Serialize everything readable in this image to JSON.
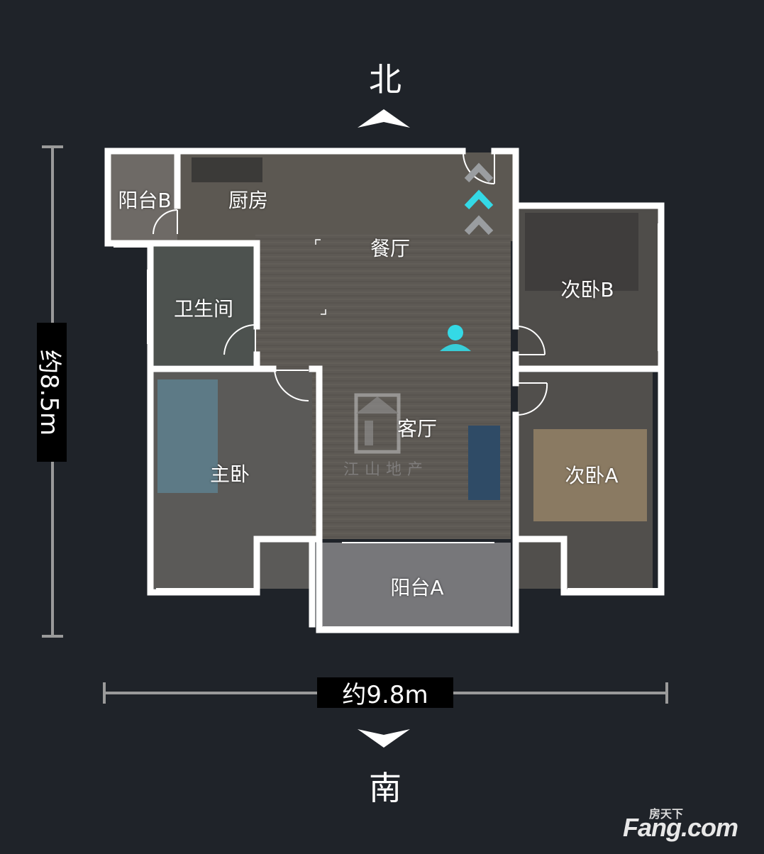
{
  "compass": {
    "north": "北",
    "south": "南"
  },
  "dimensions": {
    "height": "约8.5m",
    "width": "约9.8m"
  },
  "rooms": {
    "balcony_b": "阳台B",
    "kitchen": "厨房",
    "dining": "餐厅",
    "bathroom": "卫生间",
    "bedroom_b": "次卧B",
    "living": "客厅",
    "master": "主卧",
    "bedroom_a": "次卧A",
    "balcony_a": "阳台A"
  },
  "watermark": {
    "center": "江山地产",
    "brand_top": "房天下",
    "brand_main": "Fang.com"
  },
  "colors": {
    "background": "#1f2329",
    "wall": "#ffffff",
    "accent": "#34d9e6",
    "floor": "#5f5b55"
  },
  "icons": [
    "north-arrow-icon",
    "south-arrow-icon",
    "location-marker-icon",
    "direction-chevrons-icon"
  ]
}
